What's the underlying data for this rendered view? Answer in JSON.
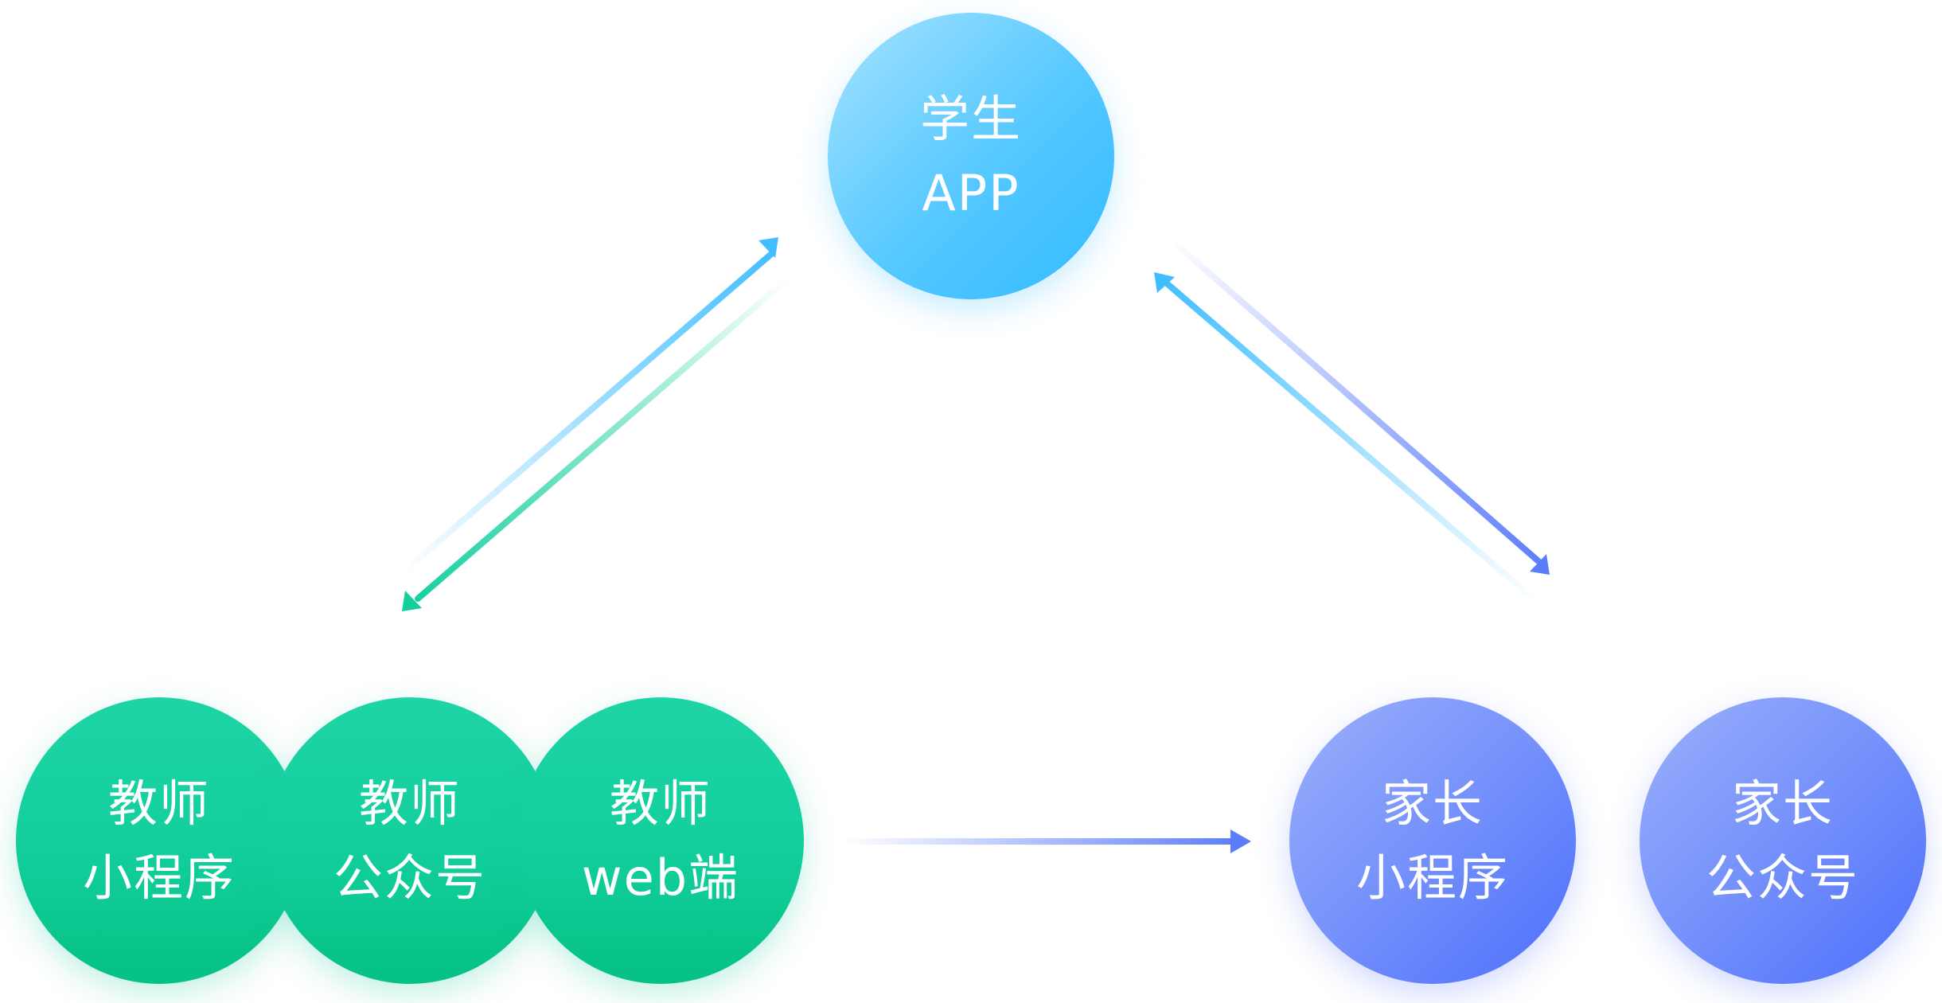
{
  "nodes": {
    "student_app": {
      "line1": "学生",
      "line2": "APP"
    },
    "teacher_mini": {
      "line1": "教师",
      "line2": "小程序"
    },
    "teacher_oa": {
      "line1": "教师",
      "line2": "公众号"
    },
    "teacher_web": {
      "line1": "教师",
      "line2": "web端"
    },
    "parent_mini": {
      "line1": "家长",
      "line2": "小程序"
    },
    "parent_oa": {
      "line1": "家长",
      "line2": "公众号"
    }
  },
  "colors": {
    "student": "#40beff",
    "teacher": "#13cf9e",
    "parent": "#5b7cfb"
  }
}
